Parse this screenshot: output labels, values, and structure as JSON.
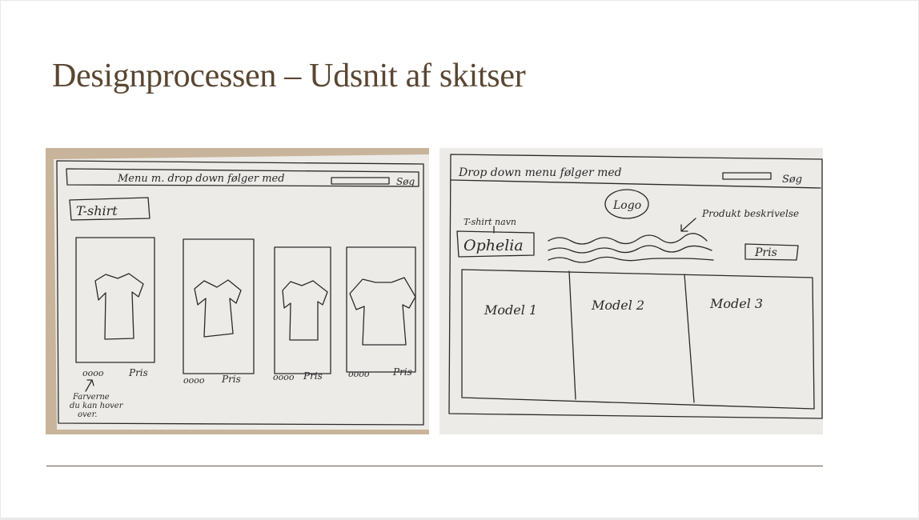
{
  "slide": {
    "title": "Designprocessen – Udsnit af skitser"
  },
  "sketch_left": {
    "menu_note": "Menu m. drop down følger med",
    "search_label": "Søg",
    "category_box": "T-shirt",
    "products": [
      {
        "dots": "oooo",
        "price": "Pris"
      },
      {
        "dots": "oooo",
        "price": "Pris"
      },
      {
        "dots": "oooo",
        "price": "Pris"
      },
      {
        "dots": "oooo",
        "price": "Pris"
      }
    ],
    "color_note_lines": [
      "Farverne",
      "du kan hover",
      "over."
    ]
  },
  "sketch_right": {
    "menu_note": "Drop down menu følger med",
    "search_label": "Søg",
    "logo": "Logo",
    "tshirt_name_note": "T-shirt navn",
    "product_name": "Ophelia",
    "description_note": "Produkt beskrivelse",
    "price": "Pris",
    "models": [
      "Model 1",
      "Model 2",
      "Model 3"
    ]
  },
  "colors": {
    "title": "#5a4632",
    "rule": "#6b5a48",
    "paper": "#ecebe8",
    "table": "#c8b49a",
    "ink": "#2a2a2a"
  }
}
